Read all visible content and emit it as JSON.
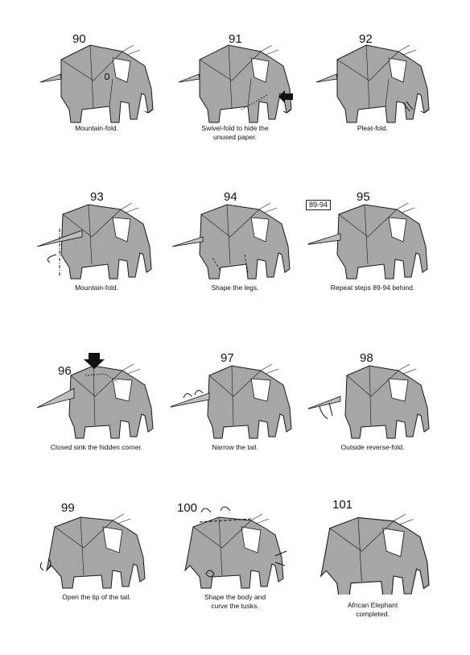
{
  "steps": [
    {
      "number": "90",
      "caption": "Mountain-fold."
    },
    {
      "number": "91",
      "caption": "Swivel-fold to hide the\nunused paper."
    },
    {
      "number": "92",
      "caption": "Pleat-fold."
    },
    {
      "number": "93",
      "caption": "Mountain-fold."
    },
    {
      "number": "94",
      "caption": "Shape the legs."
    },
    {
      "number": "95",
      "caption": "Repeat steps 89-94 behind.",
      "ref": "89-94"
    },
    {
      "number": "96",
      "caption": "Closed sink the hidden corner."
    },
    {
      "number": "97",
      "caption": "Narrow the tail."
    },
    {
      "number": "98",
      "caption": "Outside reverse-fold."
    },
    {
      "number": "99",
      "caption": "Open the tip of the tail."
    },
    {
      "number": "100",
      "caption": "Shape the body and\ncurve the tusks."
    },
    {
      "number": "101",
      "caption": "African Elephant\ncompleted."
    }
  ],
  "colors": {
    "paper": "#a6a6a6",
    "paper_light": "#c4c4c4",
    "white_side": "#ffffff",
    "line": "#1a1a1a"
  }
}
